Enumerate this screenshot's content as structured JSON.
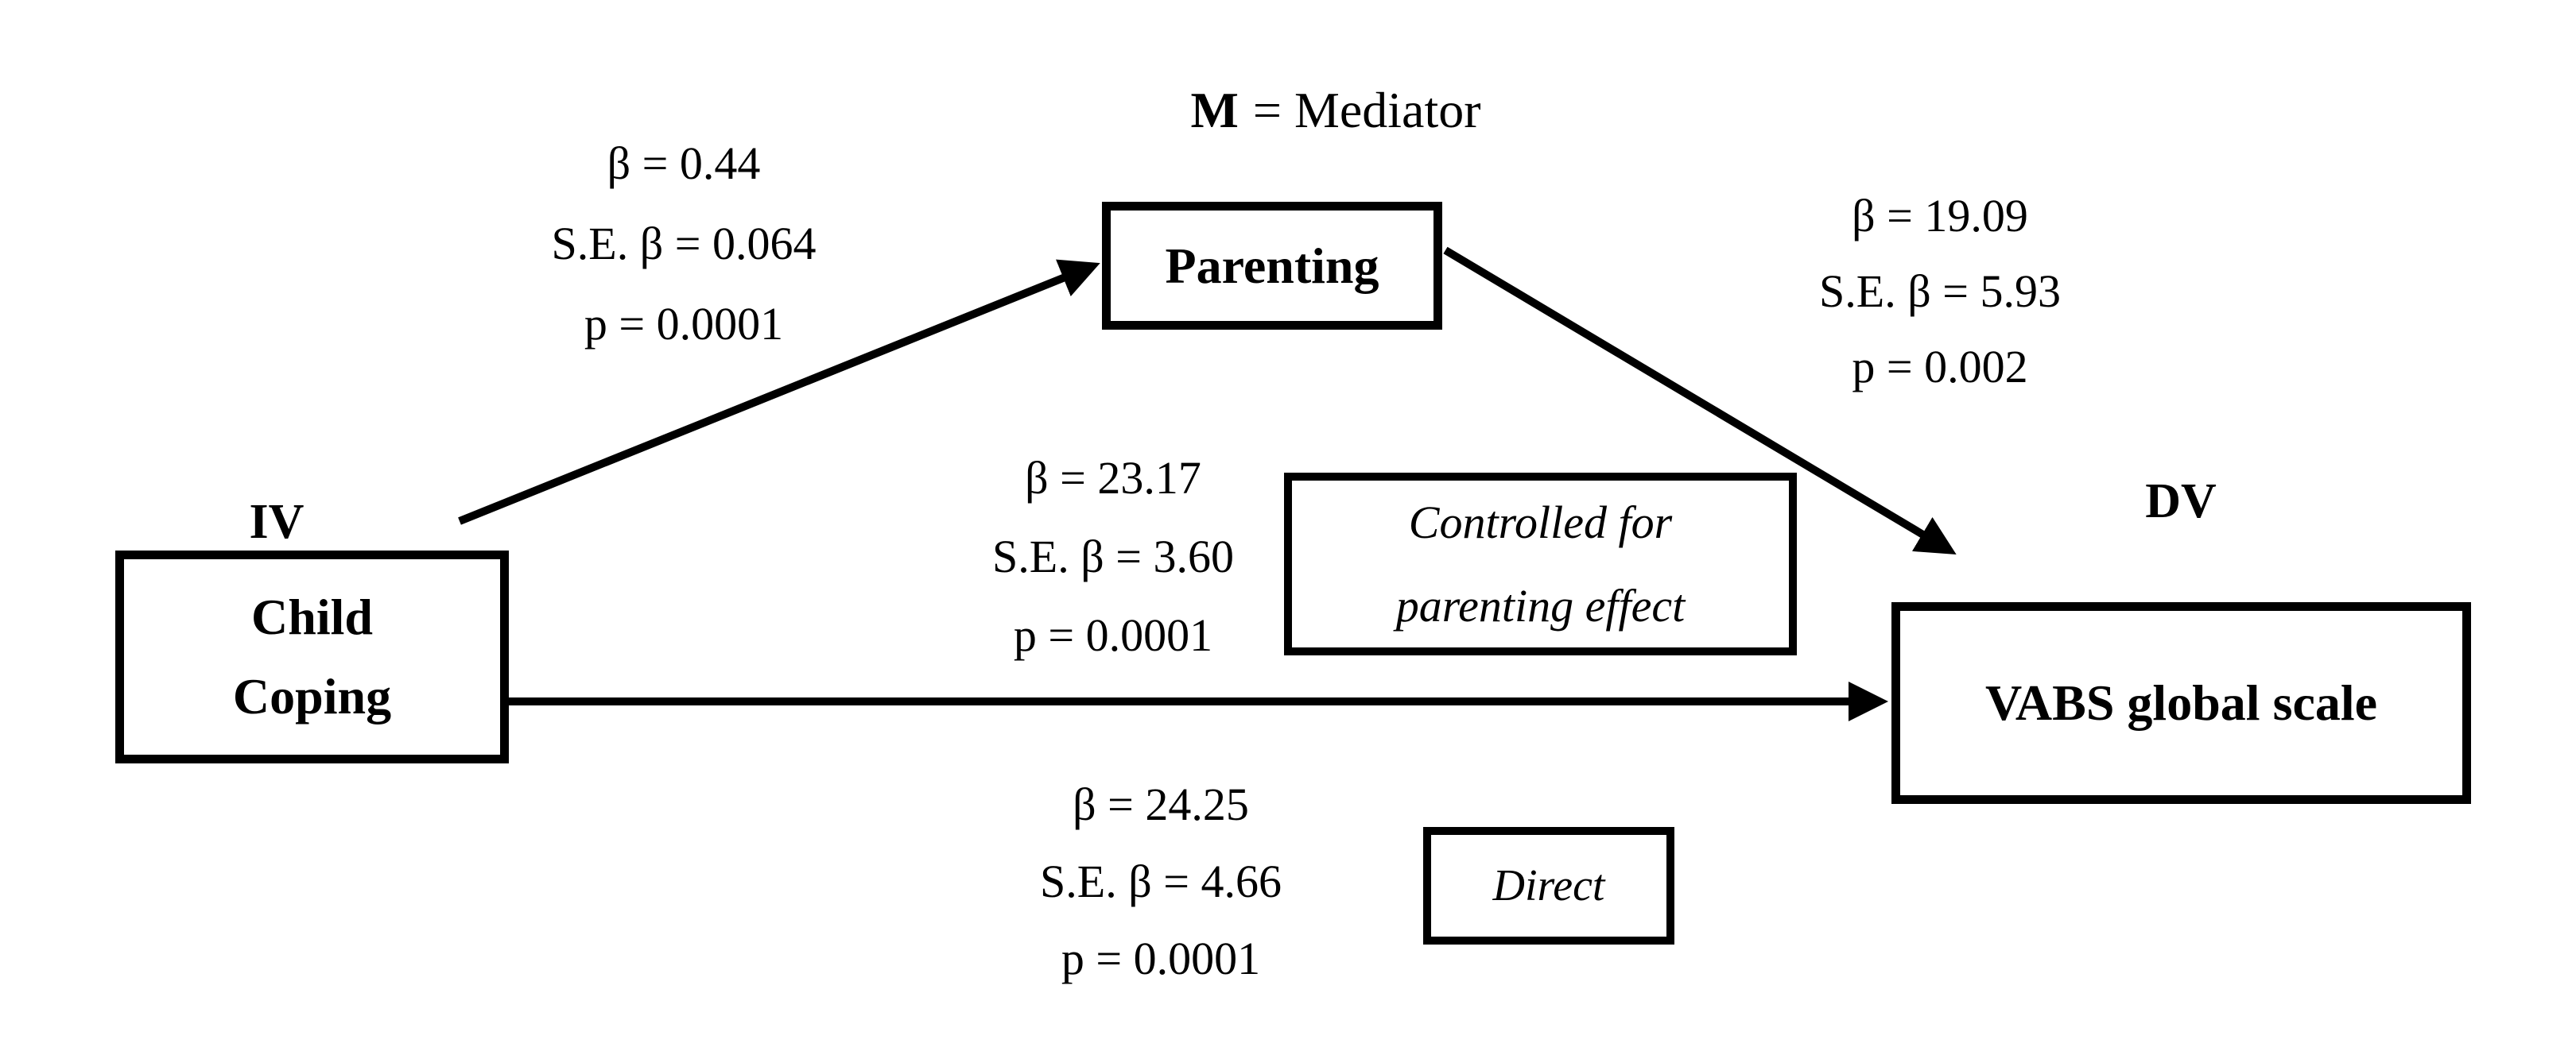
{
  "legend": {
    "m_symbol": "M",
    "m_rest": "= Mediator"
  },
  "roles": {
    "iv": "IV",
    "dv": "DV"
  },
  "nodes": {
    "child_coping": {
      "line1": "Child",
      "line2": "Coping"
    },
    "parenting": {
      "label": "Parenting"
    },
    "vabs": {
      "label": "VABS global scale"
    }
  },
  "paths": {
    "a_iv_to_mediator": {
      "beta": "β  = 0.44",
      "se": "S.E. β  = 0.064",
      "p": "p  = 0.0001"
    },
    "b_mediator_to_dv": {
      "beta": "β  = 19.09",
      "se": "S.E. β  = 5.93",
      "p": "p  = 0.002"
    },
    "c_controlled": {
      "beta": "β  = 23.17",
      "se": "S.E. β  = 3.60",
      "p": "p  = 0.0001"
    },
    "c_direct": {
      "beta": "β  = 24.25",
      "se": "S.E. β  = 4.66",
      "p": "p  = 0.0001"
    }
  },
  "annotations": {
    "controlled": {
      "line1": "Controlled for",
      "line2": "parenting effect"
    },
    "direct": {
      "label": "Direct"
    }
  },
  "colors": {
    "ink": "#000000",
    "background": "#ffffff"
  }
}
